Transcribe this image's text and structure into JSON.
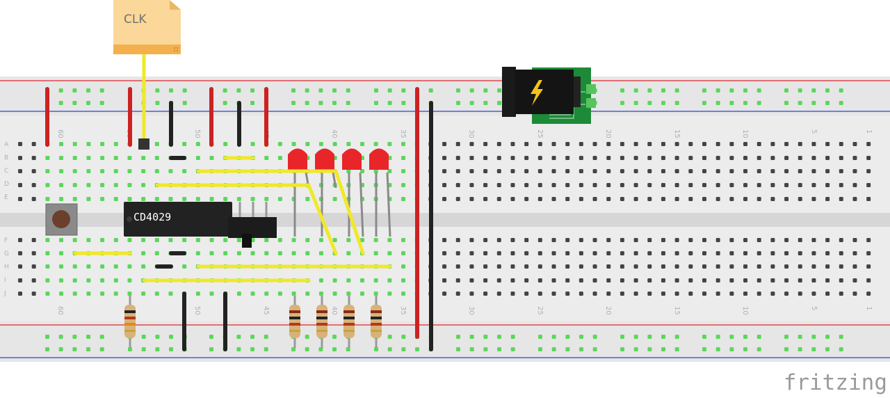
{
  "clk_label": "CLK",
  "chip_label": "CD4029",
  "brand": "fritzing",
  "row_letters": [
    "A",
    "B",
    "C",
    "D",
    "E",
    "F",
    "G",
    "H",
    "I",
    "J"
  ],
  "column_numbers_top": [
    "60",
    "55",
    "50",
    "45",
    "40",
    "35",
    "30",
    "25",
    "20",
    "15",
    "10",
    "5",
    "1"
  ],
  "column_numbers_bottom": [
    "60",
    "55",
    "50",
    "45",
    "40",
    "35",
    "30",
    "25",
    "20",
    "15",
    "10",
    "5",
    "1"
  ],
  "colors": {
    "board": "#ededed",
    "rail_red": "#e0474c",
    "rail_blue": "#4a5fd8",
    "wire_red": "#cc2222",
    "wire_black": "#222222",
    "wire_yellow": "#f0e82a",
    "led": "#e8262a",
    "chip": "#222222",
    "power_pcb": "#1d8a38",
    "note": "#fbd79a"
  },
  "icons": {
    "power": "lightning-bolt-icon",
    "note": "note-page-icon"
  }
}
